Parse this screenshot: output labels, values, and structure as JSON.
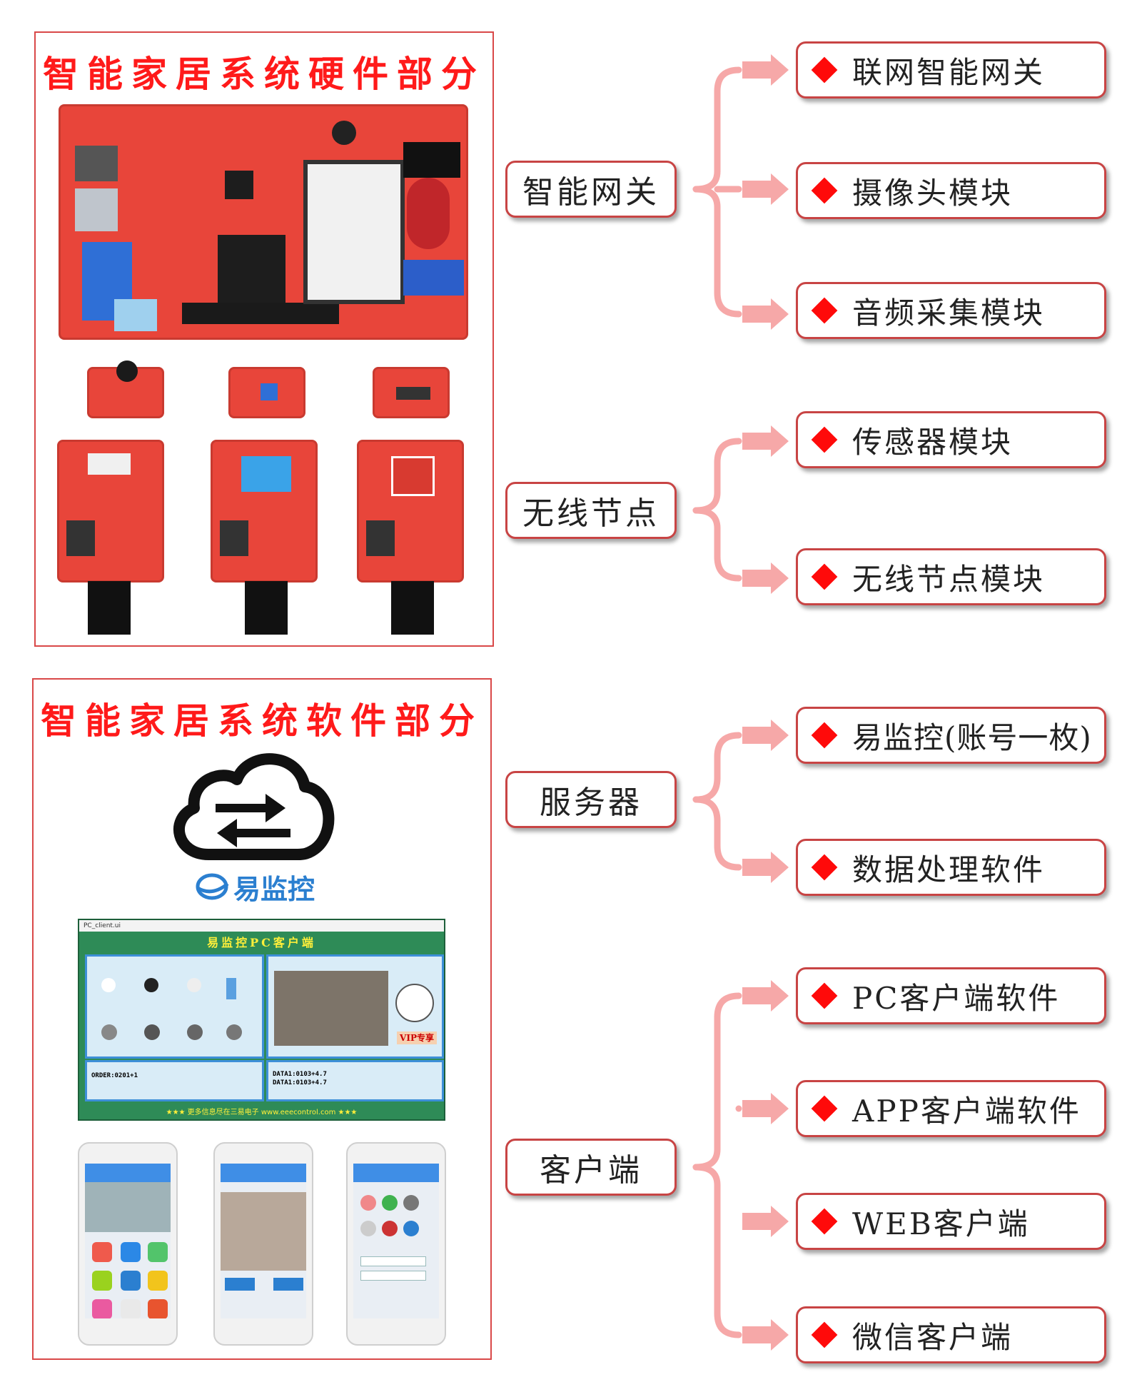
{
  "hardware": {
    "title": "智能家居系统硬件部分",
    "groups": [
      {
        "label": "智能网关",
        "items": [
          "联网智能网关",
          "摄像头模块",
          "音频采集模块"
        ]
      },
      {
        "label": "无线节点",
        "items": [
          "传感器模块",
          "无线节点模块"
        ]
      }
    ]
  },
  "software": {
    "title": "智能家居系统软件部分",
    "logo_text": "易监控",
    "pc_window": {
      "window_title": "PC_client.ui",
      "header": "易监控PC客户端",
      "footer": "★★★ 更多信息尽在三易电子 www.eeecontrol.com ★★★",
      "order_text": "ORDER:0201+1",
      "data_lines": [
        "DATA1:0103+4.7",
        "DATA1:0103+4.7"
      ],
      "vip_text": "VIP专享"
    },
    "groups": [
      {
        "label": "服务器",
        "items": [
          "易监控(账号一枚)",
          "数据处理软件"
        ]
      },
      {
        "label": "客户端",
        "items": [
          "PC客户端软件",
          "APP客户端软件",
          "WEB客户端",
          "微信客户端"
        ]
      }
    ]
  },
  "colors": {
    "accent_red": "#ff1a1a",
    "border_red": "#c84444",
    "arrow_pink": "#f6a8a8",
    "pcb_red": "#e8453a"
  }
}
